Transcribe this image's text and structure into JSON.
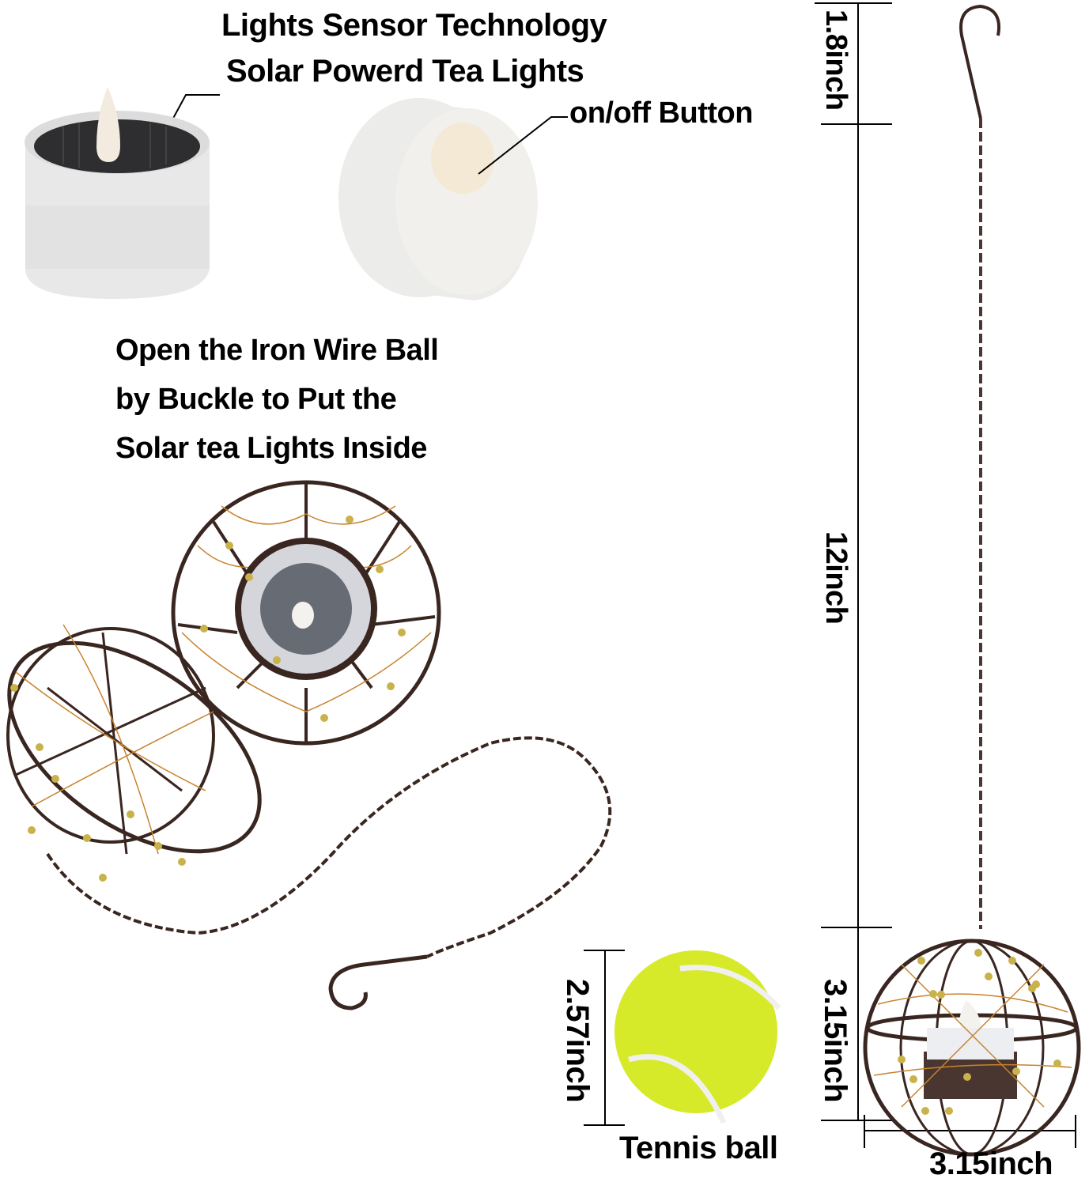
{
  "headline": {
    "line1": "Lights Sensor Technology",
    "line2": "Solar Powerd Tea Lights"
  },
  "callouts": {
    "on_off_button": "on/off Button"
  },
  "instructions": {
    "line1": "Open the Iron Wire Ball",
    "line2": "by Buckle to Put the",
    "line3": "Solar tea Lights Inside"
  },
  "dimensions": {
    "hook_length": "1.8inch",
    "chain_length": "12inch",
    "ball_height": "3.15inch",
    "ball_width": "3.15inch",
    "tennis_ball_diameter": "2.57inch"
  },
  "comparison": {
    "label": "Tennis ball"
  },
  "colors": {
    "wire": "#3a2620",
    "copper": "#c8832e",
    "bead": "#c9b24a",
    "tennis": "#d6ea2a",
    "candle": "#eeeeee",
    "solar_panel": "#2e2e30"
  }
}
